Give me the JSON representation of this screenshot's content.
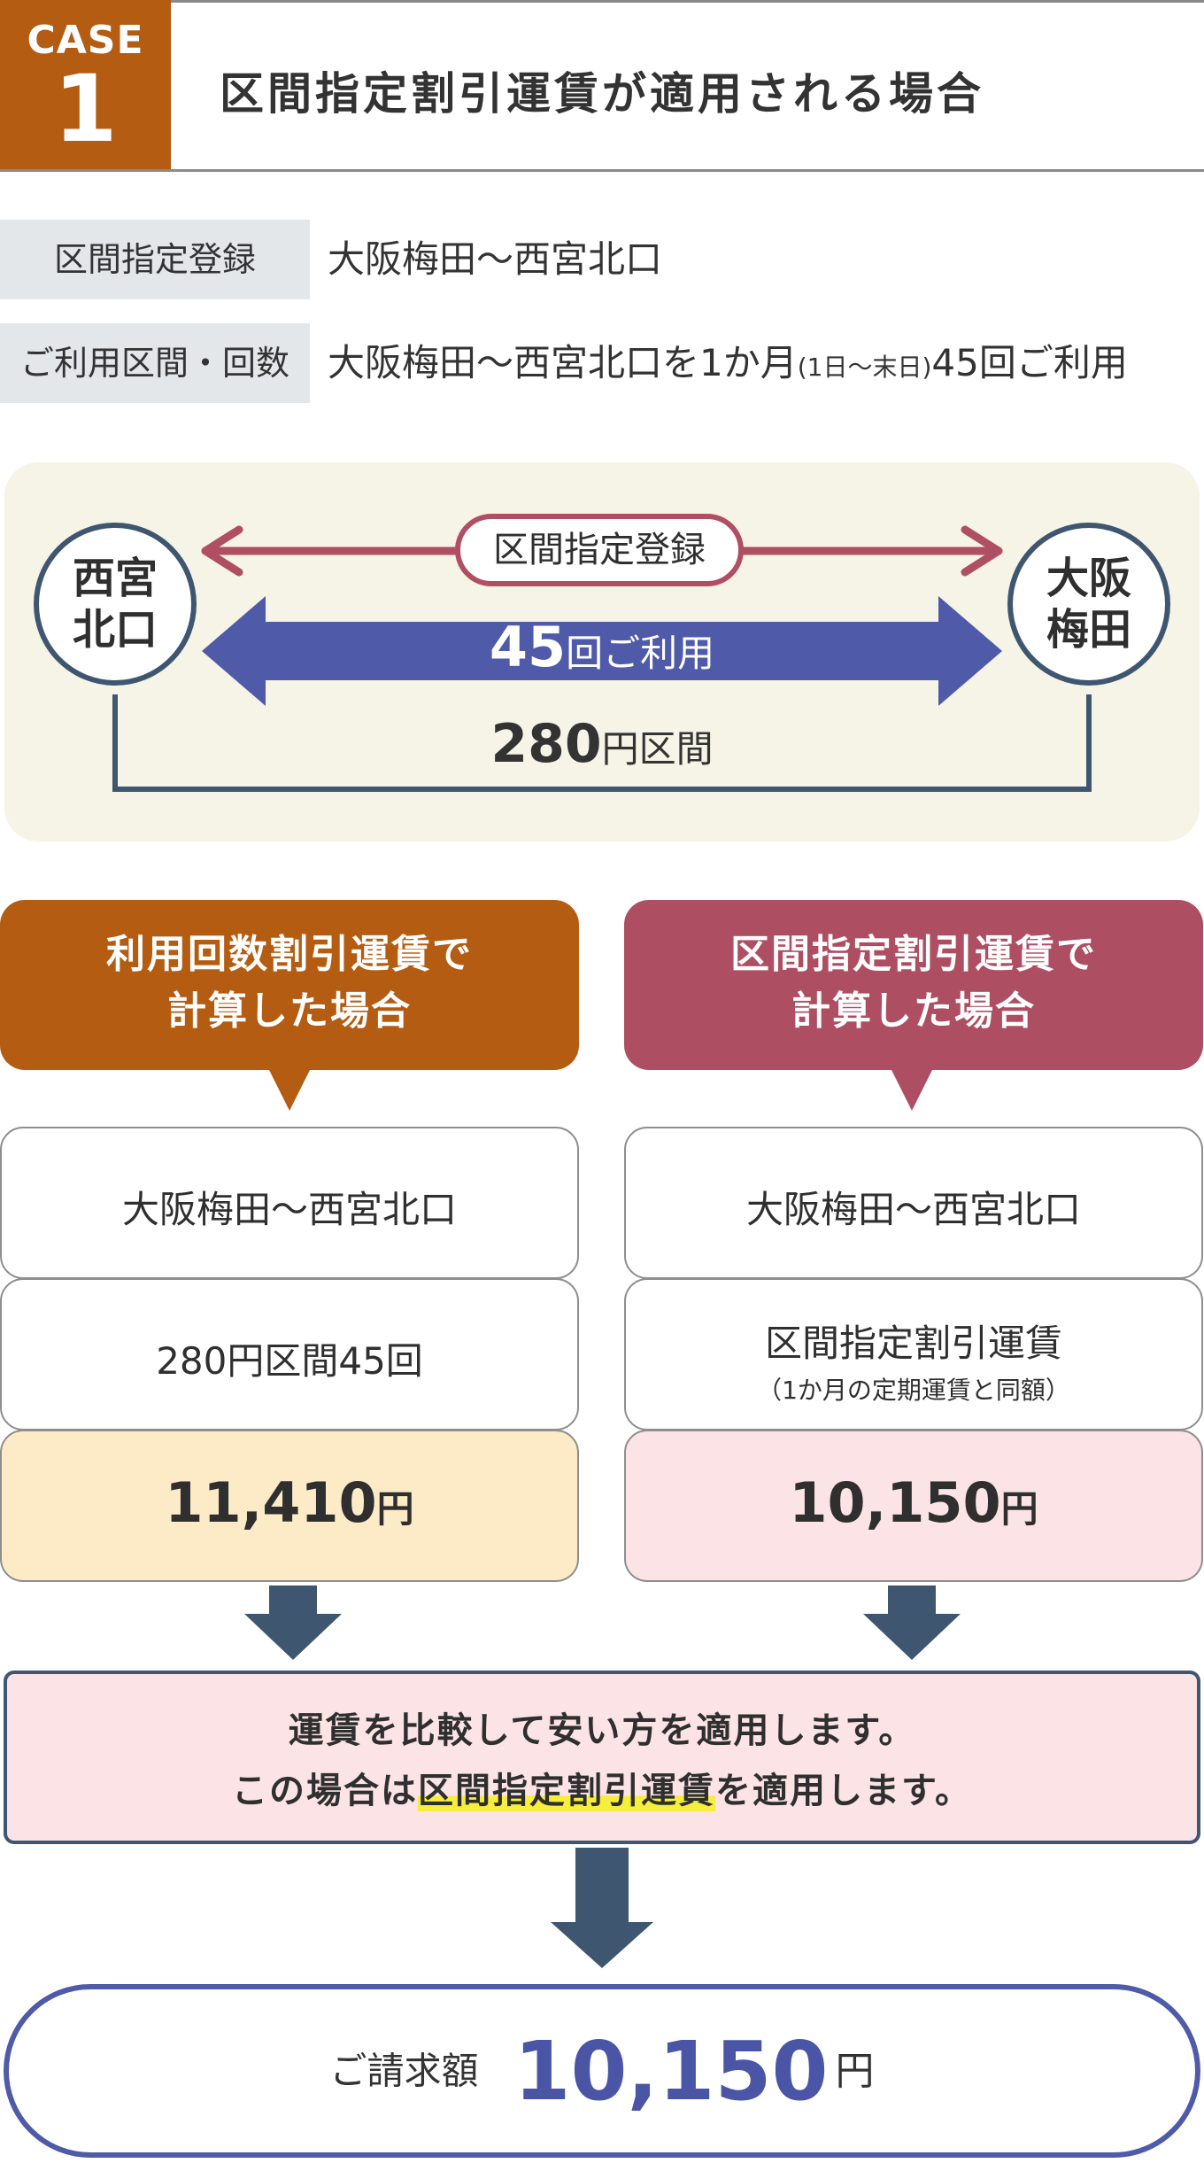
{
  "header": {
    "case_label": "CASE",
    "case_number": "1",
    "title": "区間指定割引運賃が適用される場合"
  },
  "info": {
    "registration_label": "区間指定登録",
    "registration_value": "大阪梅田〜西宮北口",
    "usage_label": "ご利用区間・回数",
    "usage_value_main": "大阪梅田〜西宮北口を1か月",
    "usage_value_paren": "(1日〜末日)",
    "usage_value_tail": "45回ご利用"
  },
  "route": {
    "station_left": "西宮北口",
    "station_right": "大阪梅田",
    "registration_label": "区間指定登録",
    "use_count": "45",
    "use_count_label": "回ご利用",
    "fare_amount": "280",
    "fare_label": "円区間"
  },
  "left_column": {
    "heading_line1": "利用回数割引運賃で",
    "heading_line2": "計算した場合",
    "section": "大阪梅田〜西宮北口",
    "calc": "280円区間45回",
    "amount": "11,410",
    "unit": "円"
  },
  "right_column": {
    "heading_line1": "区間指定割引運賃で",
    "heading_line2": "計算した場合",
    "section": "大阪梅田〜西宮北口",
    "calc": "区間指定割引運賃",
    "calc_note": "（1か月の定期運賃と同額）",
    "amount": "10,150",
    "unit": "円"
  },
  "conclusion": {
    "line1": "運賃を比較して安い方を適用します。",
    "line2_pre": "この場合は",
    "line2_highlight": "区間指定割引運賃",
    "line2_post": "を適用します。"
  },
  "billing": {
    "label": "ご請求額",
    "amount": "10,150",
    "unit": "円"
  },
  "colors": {
    "orange": "#b45c12",
    "rose": "#ae4e63",
    "indigo": "#4f5aa8",
    "navy": "#3f5670",
    "panel": "#f6f4e6",
    "highlight": "#f6ee3c"
  }
}
